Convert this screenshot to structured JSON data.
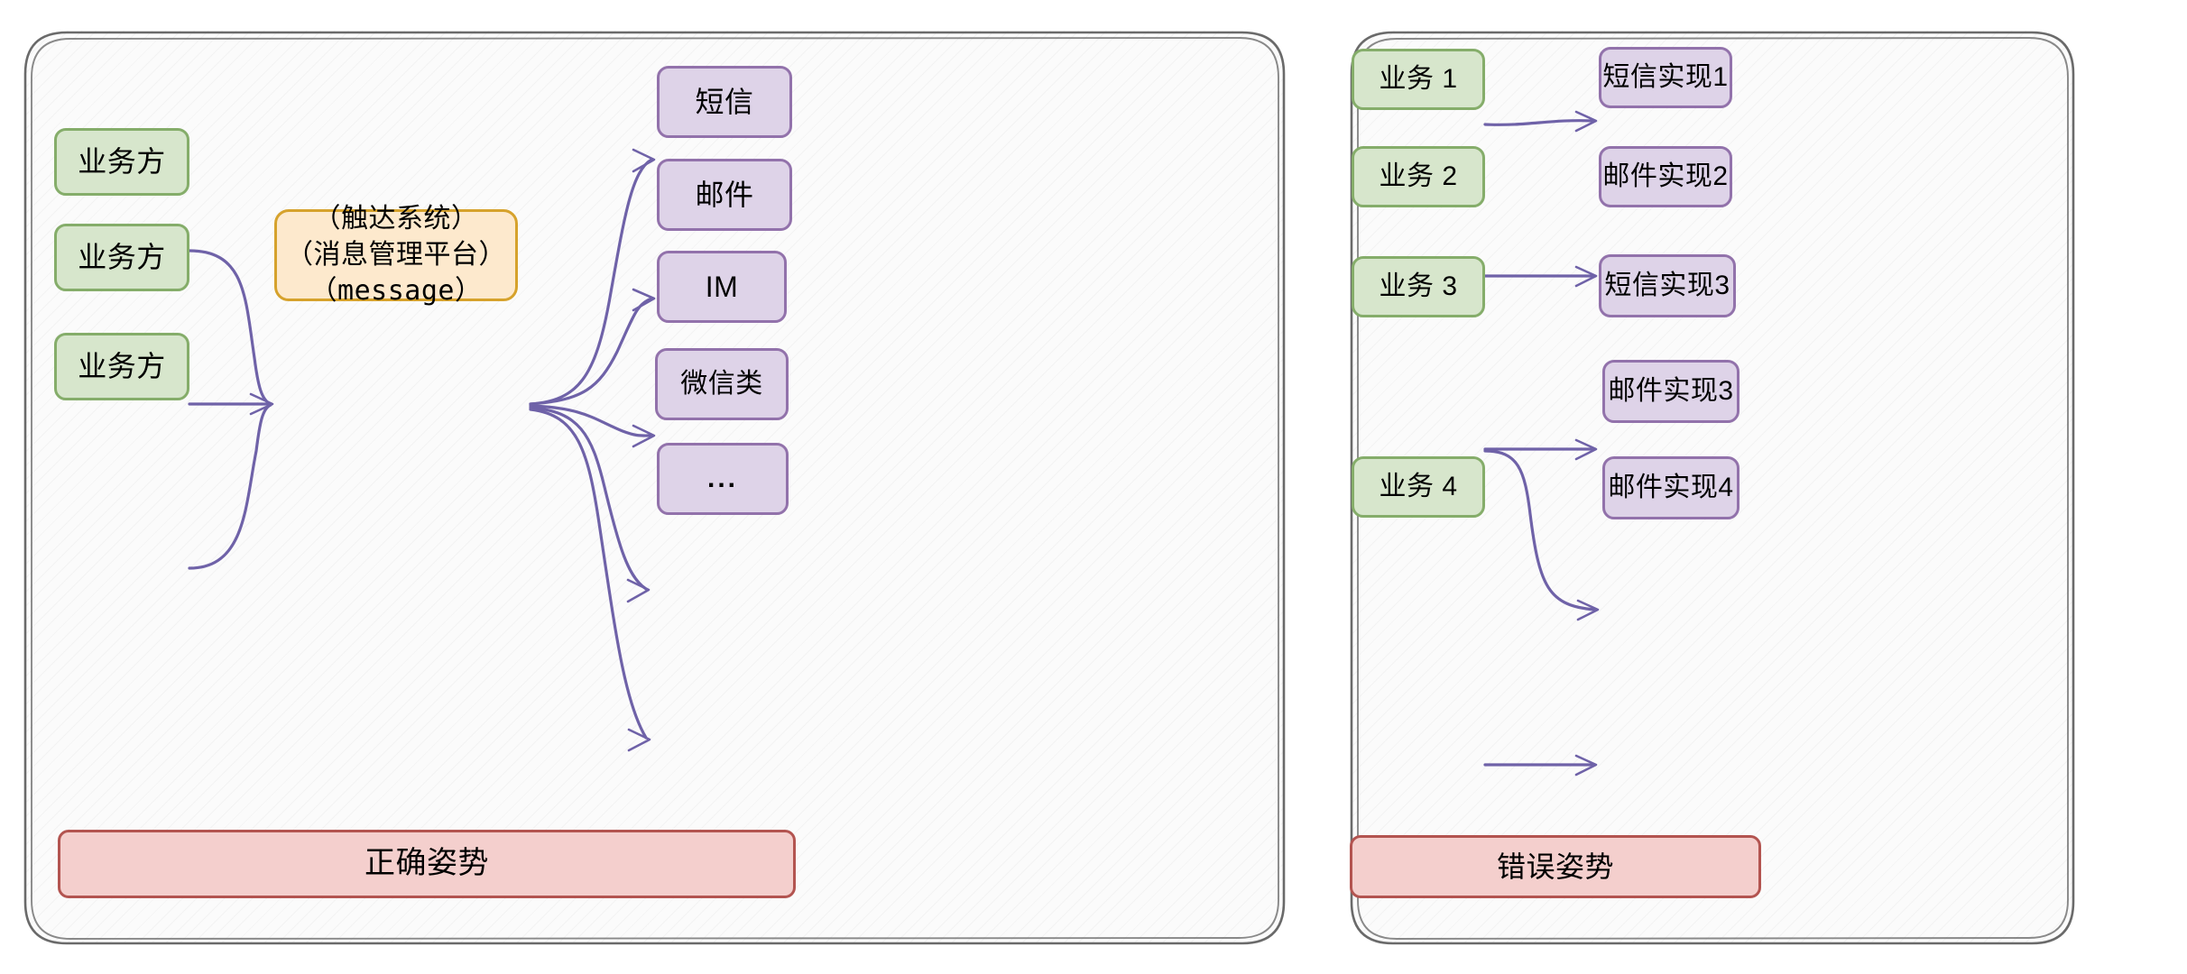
{
  "diagram": {
    "type": "architecture-comparison",
    "panels": [
      {
        "id": "left",
        "caption": "正确姿势",
        "sources": [
          {
            "label": "业务方"
          },
          {
            "label": "业务方"
          },
          {
            "label": "业务方"
          }
        ],
        "hub": {
          "label": "（触达系统）\n（消息管理平台）\n（message）"
        },
        "channels": [
          {
            "label": "短信"
          },
          {
            "label": "邮件"
          },
          {
            "label": "IM"
          },
          {
            "label": "微信类"
          },
          {
            "label": "..."
          }
        ]
      },
      {
        "id": "right",
        "caption": "错误姿势",
        "pairs": [
          {
            "source": "业务 1",
            "targets": [
              "短信实现1"
            ]
          },
          {
            "source": "业务 2",
            "targets": [
              "邮件实现2"
            ]
          },
          {
            "source": "业务 3",
            "targets": [
              "短信实现3",
              "邮件实现3"
            ]
          },
          {
            "source": "业务 4",
            "targets": [
              "邮件实现4"
            ]
          }
        ],
        "sources": [
          {
            "label": "业务 1"
          },
          {
            "label": "业务 2"
          },
          {
            "label": "业务 3"
          },
          {
            "label": "业务 4"
          }
        ],
        "targets": [
          {
            "label": "短信实现1"
          },
          {
            "label": "邮件实现2"
          },
          {
            "label": "短信实现3"
          },
          {
            "label": "邮件实现3"
          },
          {
            "label": "邮件实现4"
          }
        ]
      }
    ],
    "colors": {
      "source_fill": "#d7e6cc",
      "source_stroke": "#85ad6a",
      "target_fill": "#ded3e8",
      "target_stroke": "#9272ab",
      "hub_fill": "#fde9cd",
      "hub_stroke": "#d6a22c",
      "caption_fill": "#f4cfcd",
      "caption_stroke": "#b35450",
      "arrow": "#6f62a8",
      "frame": "#5d5d5d",
      "canvas": "#ffffff"
    }
  }
}
